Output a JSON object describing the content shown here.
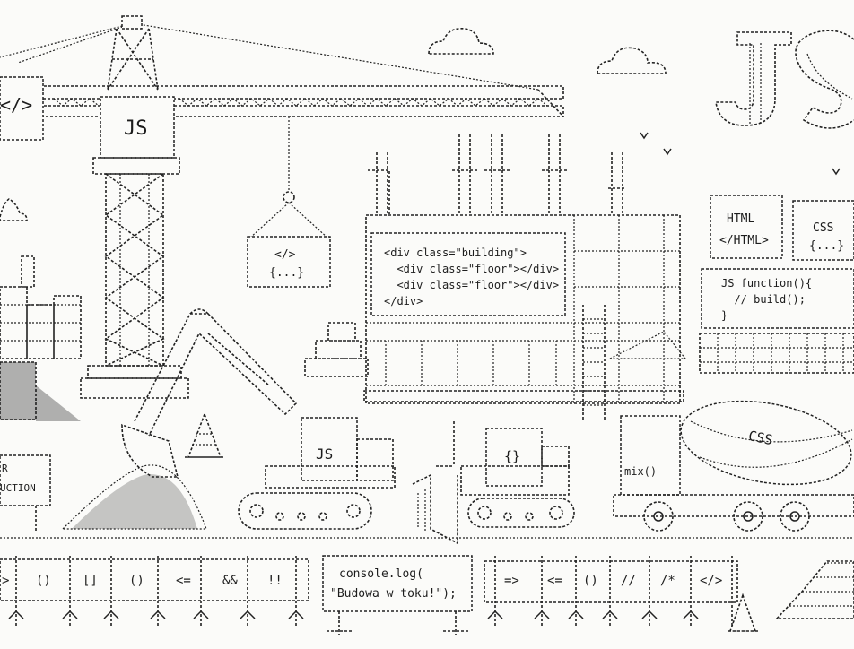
{
  "crane": {
    "cab_label": "JS",
    "arm_tag": "</>",
    "load_line1": "</>",
    "load_line2": "{...}"
  },
  "big_logo": "JS",
  "billboard": {
    "lines": [
      "<div class=\"building\">",
      "  <div class=\"floor\"></div>",
      "  <div class=\"floor\"></div>",
      "</div>"
    ]
  },
  "html_card": {
    "line1": "HTML",
    "line2": "</HTML>"
  },
  "css_card": {
    "line1": "CSS",
    "line2": "{...}"
  },
  "js_card": {
    "line1": "JS function(){",
    "line2": "  // build();",
    "line3": "}"
  },
  "excavator_label": "JS",
  "bulldozer_label": "{}",
  "mixer": {
    "drum_label": "CSS",
    "door_label": "mix()"
  },
  "sign_left": {
    "line1": "R",
    "line2": "UCTION"
  },
  "barrier_left": [
    ">",
    "()",
    "[]",
    "()",
    "<=",
    "&&",
    "!!"
  ],
  "console": {
    "line1": "console.log(",
    "line2": "\"Budowa w toku!\");"
  },
  "barrier_right": [
    "=>",
    "<=",
    "()",
    "//",
    "/*",
    "</>"
  ],
  "colors": {
    "ink": "#1d1d1d",
    "background": "#fbfbf9"
  }
}
